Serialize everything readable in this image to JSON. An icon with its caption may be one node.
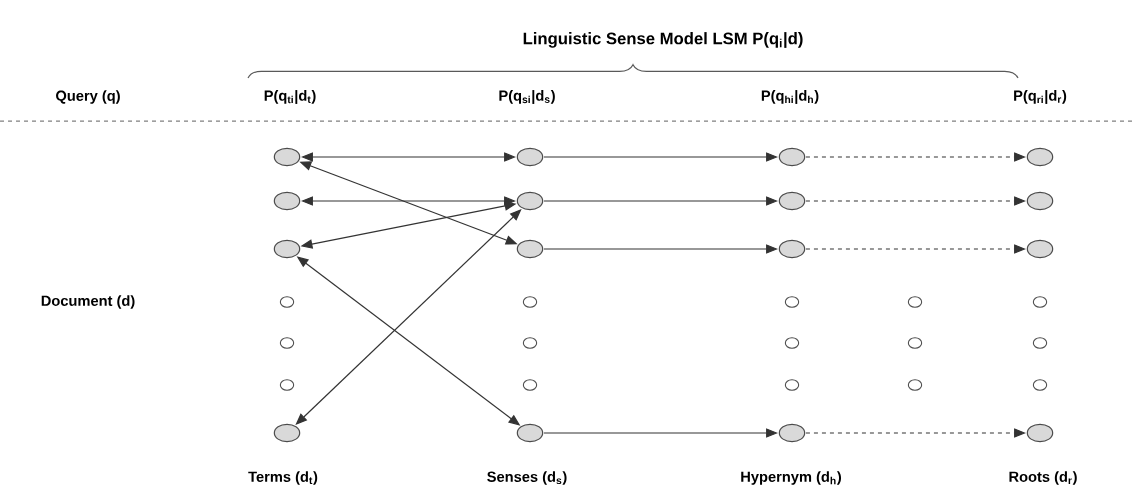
{
  "diagram": {
    "title": "Linguistic Sense Model LSM P(q$_{i}$|d)",
    "nodes": [
      {
        "text": [],
        "shape": "circle"
      },
      {
        "text": [],
        "shape": "circle"
      },
      {
        "text": [],
        "shape": "circle"
      },
      {
        "text": [],
        "shape": "circle"
      },
      {
        "text": [],
        "shape": "circle"
      },
      {
        "text": [],
        "shape": "circle"
      },
      {
        "text": [],
        "shape": "circle"
      },
      {
        "text": [],
        "shape": "circle"
      },
      {
        "text": [],
        "shape": "circle"
      },
      {
        "text": [],
        "shape": "circle"
      },
      {
        "text": [],
        "shape": "circle"
      },
      {
        "text": [],
        "shape": "circle"
      },
      {
        "text": [],
        "shape": "circle"
      },
      {
        "text": [],
        "shape": "circle"
      },
      {
        "text": [],
        "shape": "circle"
      },
      {
        "text": [],
        "shape": "circle"
      },
      {
        "text": [],
        "shape": "circle"
      },
      {
        "text": [],
        "shape": "circle"
      },
      {
        "text": [],
        "shape": "circle"
      },
      {
        "text": [],
        "shape": "circle"
      },
      {
        "text": [],
        "shape": "circle"
      },
      {
        "text": [],
        "shape": "circle"
      },
      {
        "text": [],
        "shape": "circle"
      },
      {
        "text": [],
        "shape": "circle"
      },
      {
        "text": [],
        "shape": "circle"
      },
      {
        "text": [],
        "shape": "circle"
      },
      {
        "text": [],
        "shape": "circle"
      },
      {
        "text": [],
        "shape": "circle"
      },
      {
        "text": [],
        "shape": "circle"
      },
      {
        "text": [],
        "shape": "circle"
      },
      {
        "text": [],
        "shape": "circle"
      }
    ],
    "edges": [
      {
        "from": 0,
        "to": 1,
        "arrow": "both"
      },
      {
        "from": 0,
        "to": 9,
        "arrow": "both"
      },
      {
        "from": 4,
        "to": 5,
        "arrow": "both"
      },
      {
        "from": 8,
        "to": 5,
        "arrow": "both"
      },
      {
        "from": 27,
        "to": 5,
        "arrow": "both"
      },
      {
        "from": 8,
        "to": 28,
        "arrow": "both"
      },
      {
        "from": 1,
        "to": 2,
        "arrow": "to"
      },
      {
        "from": 5,
        "to": 6,
        "arrow": "to"
      },
      {
        "from": 9,
        "to": 10,
        "arrow": "to"
      },
      {
        "from": 28,
        "to": 29,
        "arrow": "to"
      },
      {
        "from": 2,
        "to": 3,
        "arrow": "to",
        "style": "dashed"
      },
      {
        "from": 6,
        "to": 7,
        "arrow": "to",
        "style": "dashed"
      },
      {
        "from": 10,
        "to": 11,
        "arrow": "to",
        "style": "dashed"
      },
      {
        "from": 29,
        "to": 30,
        "arrow": "to",
        "style": "dashed"
      }
    ],
    "labels": [
      "Query (q)",
      "P(q$_{ti}$|d$_{t}$)",
      "P(q$_{si}$|d$_{s}$)",
      "P(q$_{hi}$|d$_{h}$)",
      "P(q$_{ri}$|d$_{r}$)",
      "Document (d)",
      "Terms (d$_{t}$)",
      "Senses (d$_{s}$)",
      "Hypernym (d$_{h}$)",
      "Roots (d$_{r}$)"
    ]
  }
}
